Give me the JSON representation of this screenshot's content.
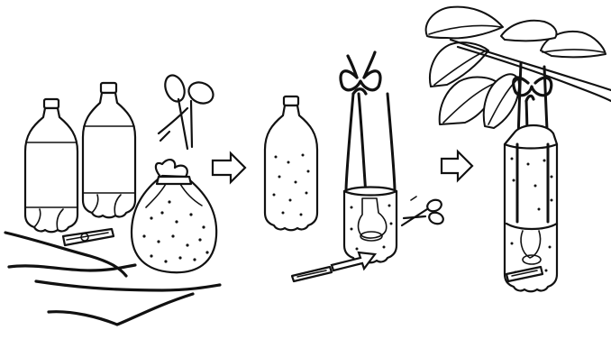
{
  "figure": {
    "steps": [
      {
        "id": "step-1",
        "content": [
          "plastic-bottles",
          "scissors",
          "bag-of-bait",
          "string",
          "clothes-peg"
        ]
      },
      {
        "id": "step-2",
        "content": [
          "bottle",
          "cut-bottle-trap",
          "scissors",
          "clothes-peg"
        ]
      },
      {
        "id": "step-3",
        "content": [
          "trap-hanging-from-branch"
        ]
      }
    ],
    "arrows": [
      "step-arrow",
      "step-arrow"
    ],
    "colors": {
      "ink": "#111111",
      "paper": "#ffffff"
    }
  }
}
